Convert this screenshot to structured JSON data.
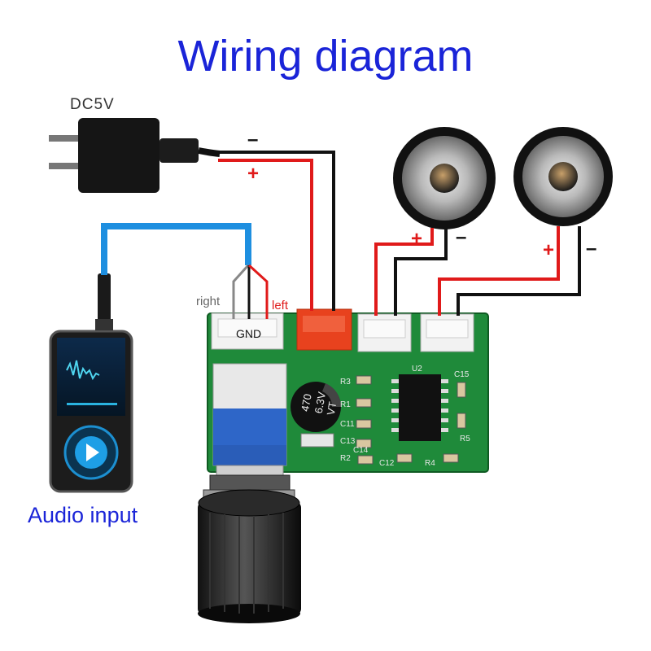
{
  "title": "Wiring diagram",
  "power": {
    "label": "DC5V",
    "minus": "–",
    "plus": "+"
  },
  "input": {
    "label": "Audio input",
    "right": "right",
    "gnd": "GND",
    "left": "left"
  },
  "speaker_left": {
    "plus": "+",
    "minus": "–"
  },
  "speaker_right": {
    "plus": "+",
    "minus": "–"
  },
  "board": {
    "cap_text": [
      "470",
      "6.3V",
      "VT"
    ],
    "silkscreen": [
      "U2",
      "C15",
      "R3",
      "R1",
      "C11",
      "C13",
      "C14",
      "R2",
      "C12",
      "R4",
      "R5"
    ]
  },
  "colors": {
    "title": "#1a24d8",
    "positive_wire": "#e01a1a",
    "negative_wire": "#111111",
    "audio_cable": "#1e8fe0",
    "pcb": "#1f8a3a"
  }
}
